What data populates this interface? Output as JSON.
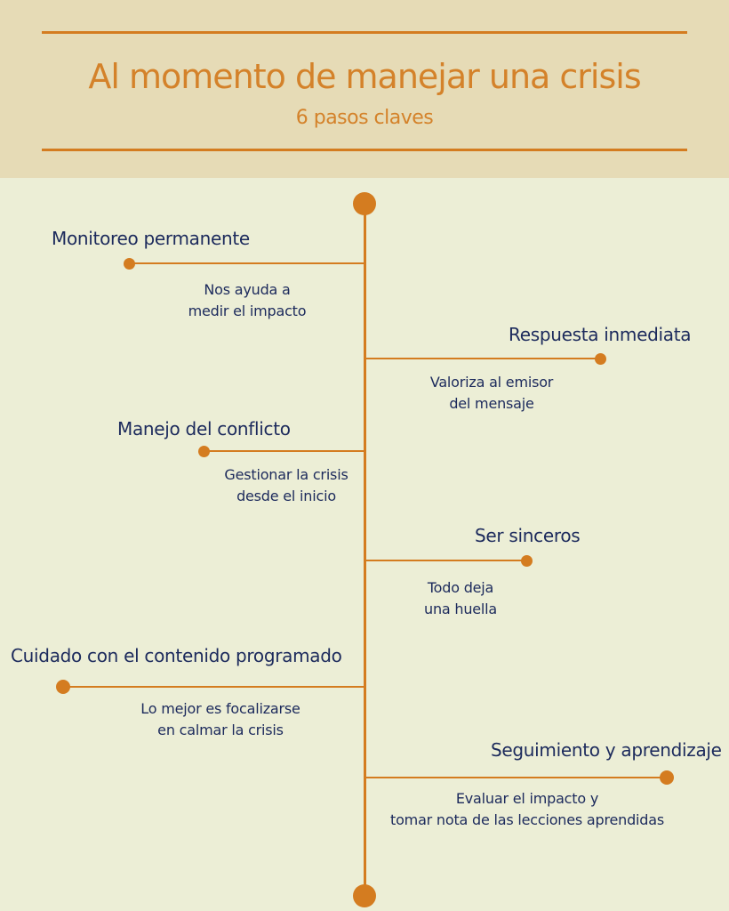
{
  "header": {
    "title": "Al momento de manejar una crisis",
    "subtitle": "6 pasos claves"
  },
  "steps": [
    {
      "title": "Monitoreo permanente",
      "desc1": "Nos ayuda a",
      "desc2": "medir el impacto"
    },
    {
      "title": "Respuesta inmediata",
      "desc1": "Valoriza al emisor",
      "desc2": "del mensaje"
    },
    {
      "title": "Manejo del conflicto",
      "desc1": "Gestionar la crisis",
      "desc2": "desde el inicio"
    },
    {
      "title": "Ser sinceros",
      "desc1": "Todo deja",
      "desc2": "una huella"
    },
    {
      "title": "Cuidado con el contenido programado",
      "desc1": "Lo mejor es focalizarse",
      "desc2": "en calmar la crisis"
    },
    {
      "title": "Seguimiento y aprendizaje",
      "desc1": "Evaluar el impacto y",
      "desc2": "tomar nota de las lecciones aprendidas"
    }
  ],
  "colors": {
    "accent": "#d47c20",
    "text": "#1c2a5c",
    "header_bg": "#e6dbb6",
    "page_bg": "#eceed6"
  }
}
